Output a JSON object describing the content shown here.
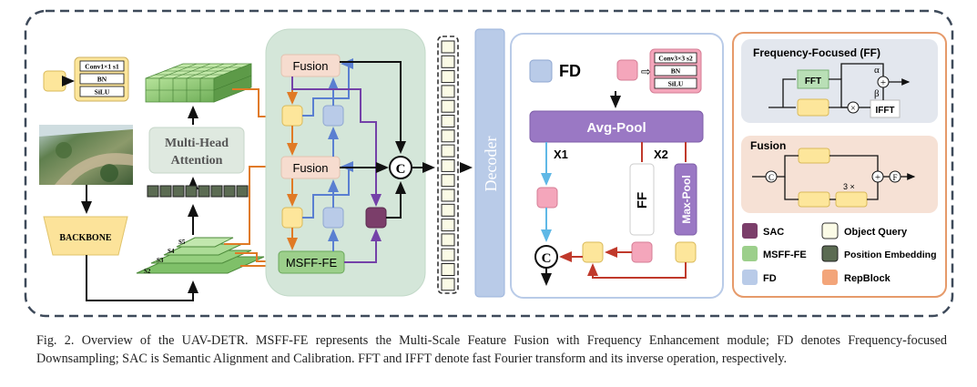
{
  "conv_block": {
    "line1": "Conv1×1 s1",
    "line2": "BN",
    "line3": "SiLU"
  },
  "backbone_label": "BACKBONE",
  "attention_label_1": "Multi-Head",
  "attention_label_2": "Attention",
  "pyramid_labels": [
    "S5",
    "S4",
    "S3",
    "S2"
  ],
  "fusion_label": "Fusion",
  "msff_label": "MSFF-FE",
  "concat_symbol": "C",
  "decoder_label": "Decoder",
  "fd_panel": {
    "title": "FD",
    "conv_lines": [
      "Conv3×3 s2",
      "BN",
      "SiLU"
    ],
    "arrow_glyph": "⇨",
    "avgpool": "Avg-Pool",
    "x1": "X1",
    "x2": "X2",
    "ff": "FF",
    "maxpool": "Max-Pool"
  },
  "ff_panel": {
    "title": "Frequency-Focused (FF)",
    "fft": "FFT",
    "ifft": "IFFT",
    "alpha": "α",
    "beta": "β",
    "plus": "+",
    "times": "×"
  },
  "fusion_panel": {
    "title": "Fusion",
    "repeat": "3 ×",
    "c": "C",
    "f": "F",
    "plus": "+"
  },
  "legend": {
    "sac": "SAC",
    "object_query": "Object Query",
    "msff": "MSFF-FE",
    "position_embedding": "Position Embedding",
    "fd": "FD",
    "repblock": "RepBlock"
  },
  "colors": {
    "sac": "#7b3e6a",
    "fd": "#b9cbe8",
    "msff": "#9ccf8b",
    "repblock": "#f3a57a",
    "object_query": "#fbfbe6",
    "position_embedding": "#5b6b52",
    "yellow": "#fde69b",
    "fusion": "#f6dccf",
    "pink": "#f4a6bb",
    "purple": "#9a78c4",
    "orange_arrow": "#e07a25",
    "blue_arrow": "#5a7fd1",
    "purple_arrow": "#7441a8"
  },
  "caption": "Fig. 2.   Overview of the UAV-DETR. MSFF-FE represents the Multi-Scale Feature Fusion with Frequency Enhancement module; FD denotes Frequency-focused Downsampling; SAC is Semantic Alignment and Calibration. FFT and IFFT denote fast Fourier transform and its inverse operation, respectively."
}
